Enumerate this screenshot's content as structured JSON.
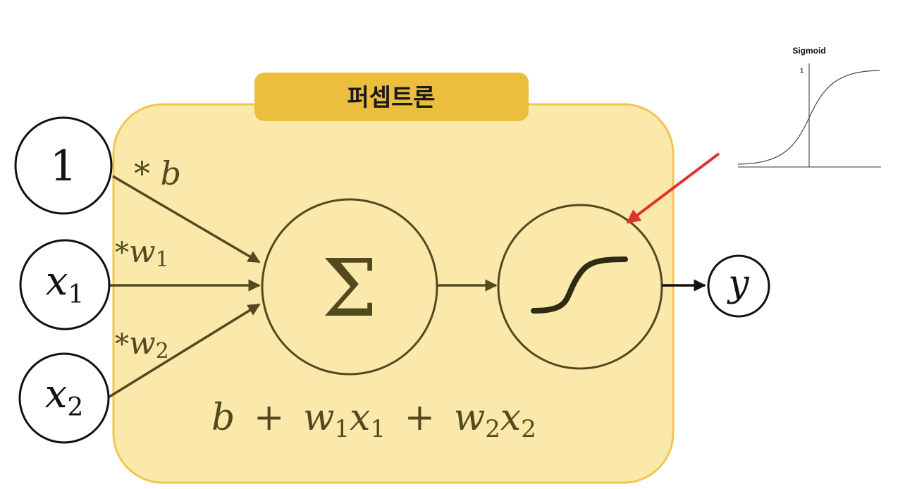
{
  "diagram": {
    "title": "퍼셉트론",
    "inputs": {
      "bias": "1",
      "x1_base": "x",
      "x1_sub": "1",
      "x2_base": "x",
      "x2_sub": "2"
    },
    "weights": {
      "bias": "* b",
      "w1_prefix": "*",
      "w1_base": "w",
      "w1_sub": "1",
      "w2_prefix": "*",
      "w2_base": "w",
      "w2_sub": "2"
    },
    "sum_symbol": "Σ",
    "output": "y",
    "formula": {
      "b": "b",
      "plus1": "+",
      "w1": "w",
      "w1_sub": "1",
      "x1": "x",
      "x1_sub": "1",
      "plus2": "+",
      "w2": "w",
      "w2_sub": "2",
      "x2": "x",
      "x2_sub": "2"
    },
    "colors": {
      "box_fill": "#fbe9ac",
      "box_stroke": "#f0c74e",
      "title_fill": "#ebbe3e",
      "ink": "#524a1e",
      "arrow_red": "#e0332b"
    }
  },
  "sigmoid_plot": {
    "title": "Sigmoid",
    "y_tick": "1"
  }
}
